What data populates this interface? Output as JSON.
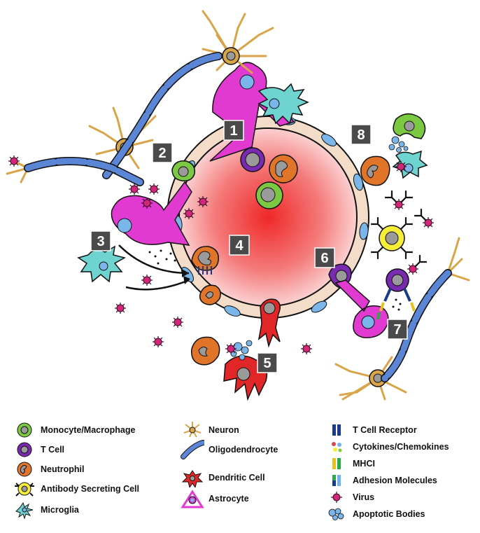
{
  "markers": [
    "1",
    "2",
    "3",
    "4",
    "5",
    "6",
    "7",
    "8"
  ],
  "legend": {
    "col1": [
      {
        "label": "Monocyte/Macrophage",
        "icon": "monocyte-macrophage-icon"
      },
      {
        "label": "T Cell",
        "icon": "t-cell-icon"
      },
      {
        "label": "Neutrophil",
        "icon": "neutrophil-icon"
      },
      {
        "label": "Antibody Secreting Cell",
        "icon": "antibody-secreting-cell-icon"
      },
      {
        "label": "Microglia",
        "icon": "microglia-icon"
      }
    ],
    "col2": [
      {
        "label": "Neuron",
        "icon": "neuron-icon"
      },
      {
        "label": "Oligodendrocyte",
        "icon": "oligodendrocyte-icon"
      },
      {
        "label": "Dendritic Cell",
        "icon": "dendritic-cell-icon"
      },
      {
        "label": "Astrocyte",
        "icon": "astrocyte-icon"
      }
    ],
    "col3": [
      {
        "label": "T Cell Receptor",
        "icon": "t-cell-receptor-icon"
      },
      {
        "label": "Cytokines/Chemokines",
        "icon": "cytokines-chemokines-icon"
      },
      {
        "label": "MHCI",
        "icon": "mhci-icon"
      },
      {
        "label": "Adhesion Molecules",
        "icon": "adhesion-molecules-icon"
      },
      {
        "label": "Virus",
        "icon": "virus-icon"
      },
      {
        "label": "Apoptotic Bodies",
        "icon": "apoptotic-bodies-icon"
      }
    ]
  },
  "colors": {
    "vessel_lumen": "#f03a3a",
    "vessel_wall": "#f3dcc8",
    "monocyte": "#7bc843",
    "t_cell": "#7a2ab0",
    "neutrophil": "#e0752a",
    "antibody_cell": "#f7ee3a",
    "microglia": "#6fd3cf",
    "neuron": "#d9a54a",
    "oligodendrocyte": "#5b86d6",
    "dendritic": "#e02626",
    "astrocyte": "#e03ad0",
    "virus": "#d1267a",
    "marker_box": "#4a4a4a"
  }
}
